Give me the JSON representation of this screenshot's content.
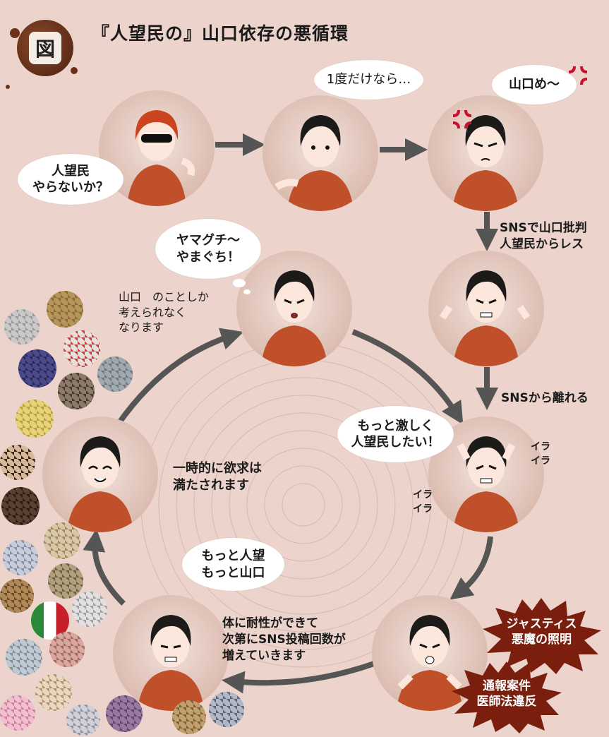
{
  "header": {
    "badge": "図",
    "title": "『人望民の』山口依存の悪循環"
  },
  "bubbles": {
    "invite": "人望民\nやらないか？",
    "once": "1度だけなら…",
    "yamaguchi_me": "山口め～",
    "yamaguchi_chant": "ヤマグチ～\nやまぐち！",
    "more_intense": "もっと激しく\n人望民したい！",
    "more_more": "もっと人望\nもっと山口"
  },
  "labels": {
    "sns_criticize": "SNSで山口批判\n人望民からレス",
    "leave_sns": "SNSから離れる",
    "only_think": "山口　のことしか\n考えられなく\nなります",
    "satisfied": "一時的に欲求は\n満たされます",
    "tolerance": "体に耐性ができて\n次第にSNS投稿回数が\n増えていきます"
  },
  "irritation": {
    "upper": "イラ\nイラ",
    "lower": "イラ\nイラ"
  },
  "bursts": {
    "justice": "ジャスティス\n悪魔の照明",
    "report": "通報案件\n医師法違反"
  },
  "colors": {
    "background": "#ecd4cc",
    "arrow": "#555555",
    "shirt": "#c0502a",
    "hair": "#1d1a1a",
    "burst": "#7a1e0e"
  }
}
